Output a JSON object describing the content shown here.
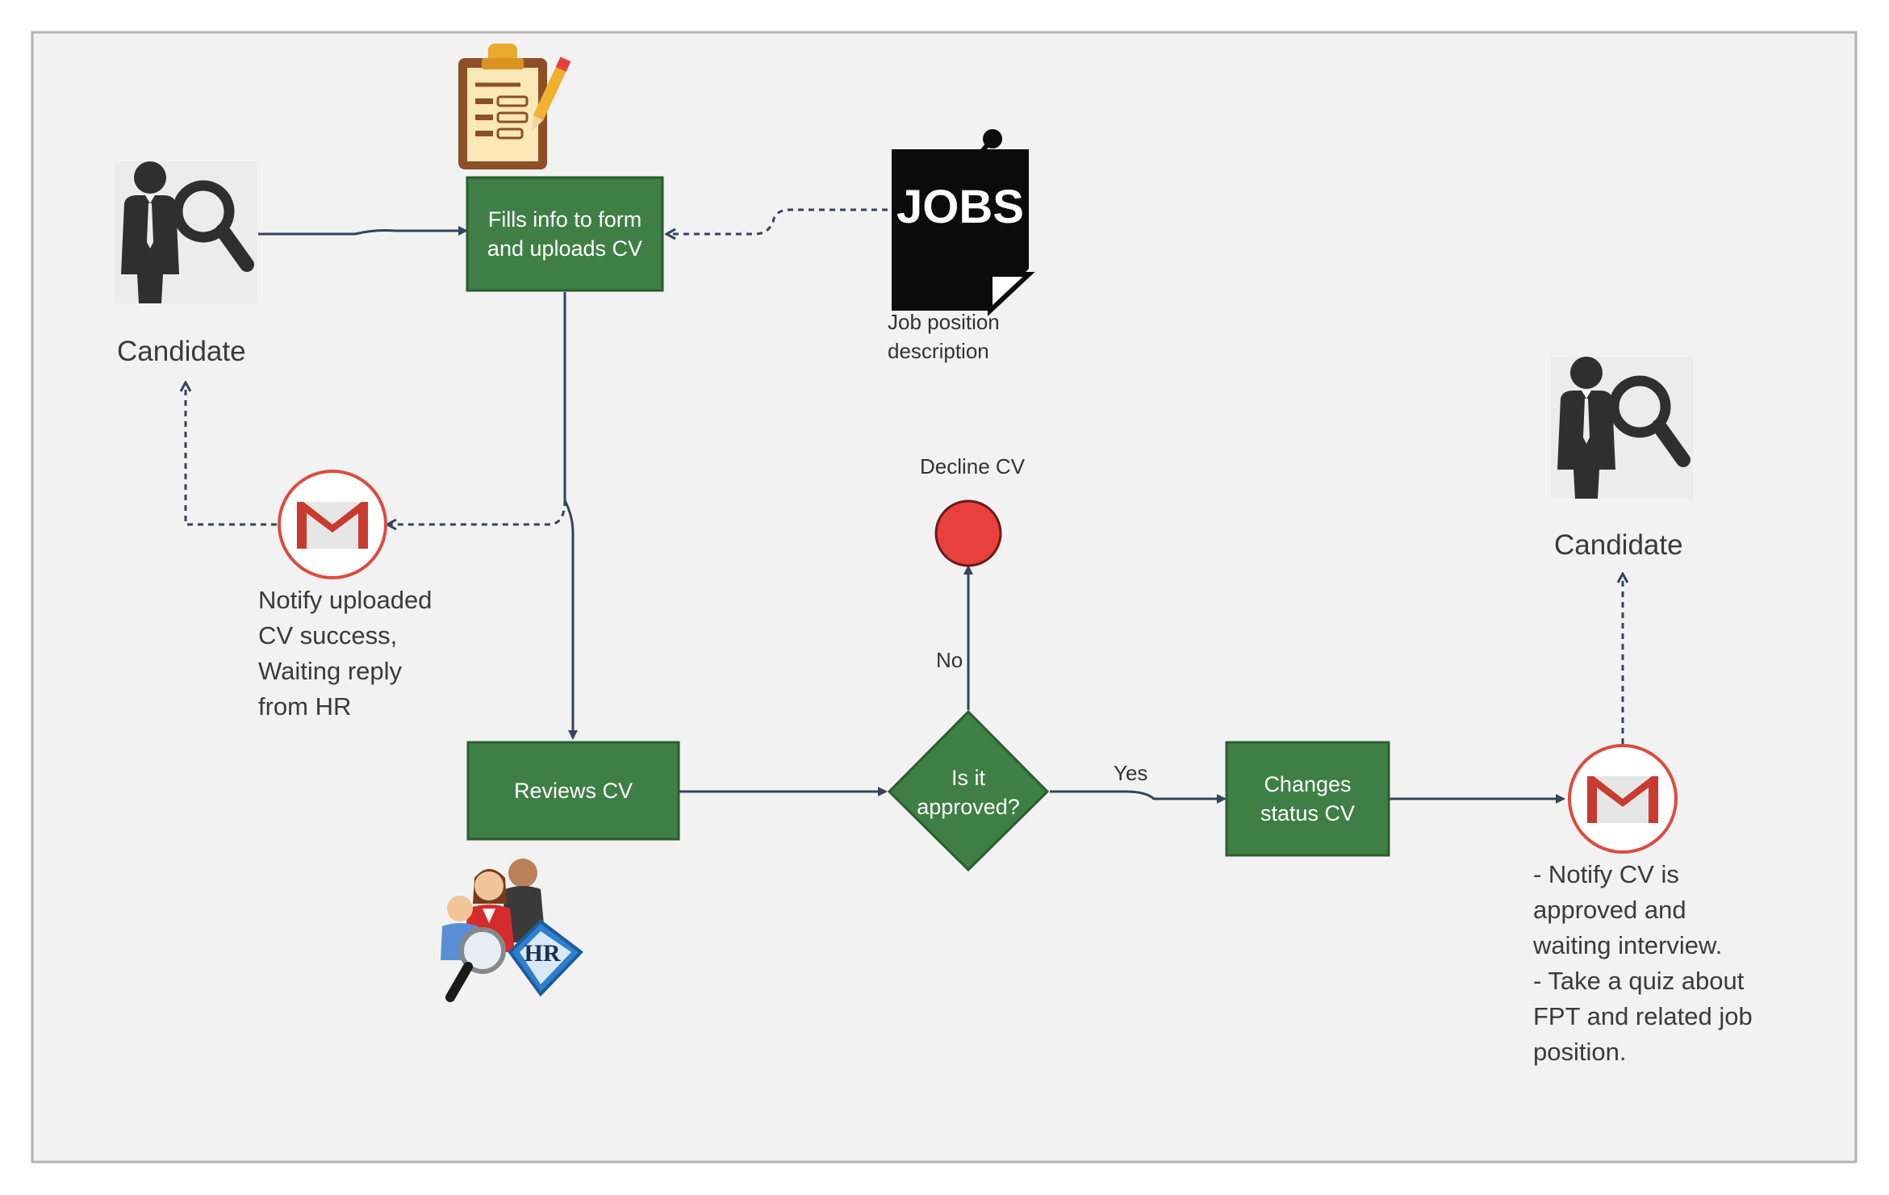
{
  "nodes": {
    "fill_form": "Fills info to form\nand uploads CV",
    "reviews_cv": "Reviews CV",
    "decision": "Is it\napproved?",
    "changes_status": "Changes\nstatus CV"
  },
  "labels": {
    "candidate_left": "Candidate",
    "candidate_right": "Candidate",
    "job_position": "Job position\ndescription",
    "jobs_icon_text": "JOBS",
    "decline_cv": "Decline CV",
    "no": "No",
    "yes": "Yes",
    "notify_upload": "Notify uploaded\nCV success,\nWaiting reply\nfrom HR",
    "notify_approved": "- Notify CV is\napproved and\nwaiting interview.\n- Take  a quiz about\nFPT and related job\nposition.",
    "hr_badge": "HR"
  },
  "icons": [
    "candidate-search-icon",
    "clipboard-form-icon",
    "jobs-document-icon",
    "gmail-icon",
    "hr-team-icon",
    "end-circle-icon"
  ],
  "colors": {
    "process_fill": "#3f7f45",
    "process_stroke": "#2b5d30",
    "arrow": "#34445a",
    "decline": "#e8413d",
    "gmail_ring": "#dd4b3e",
    "background": "#f2f2f2",
    "frame": "#b3b3b3"
  }
}
